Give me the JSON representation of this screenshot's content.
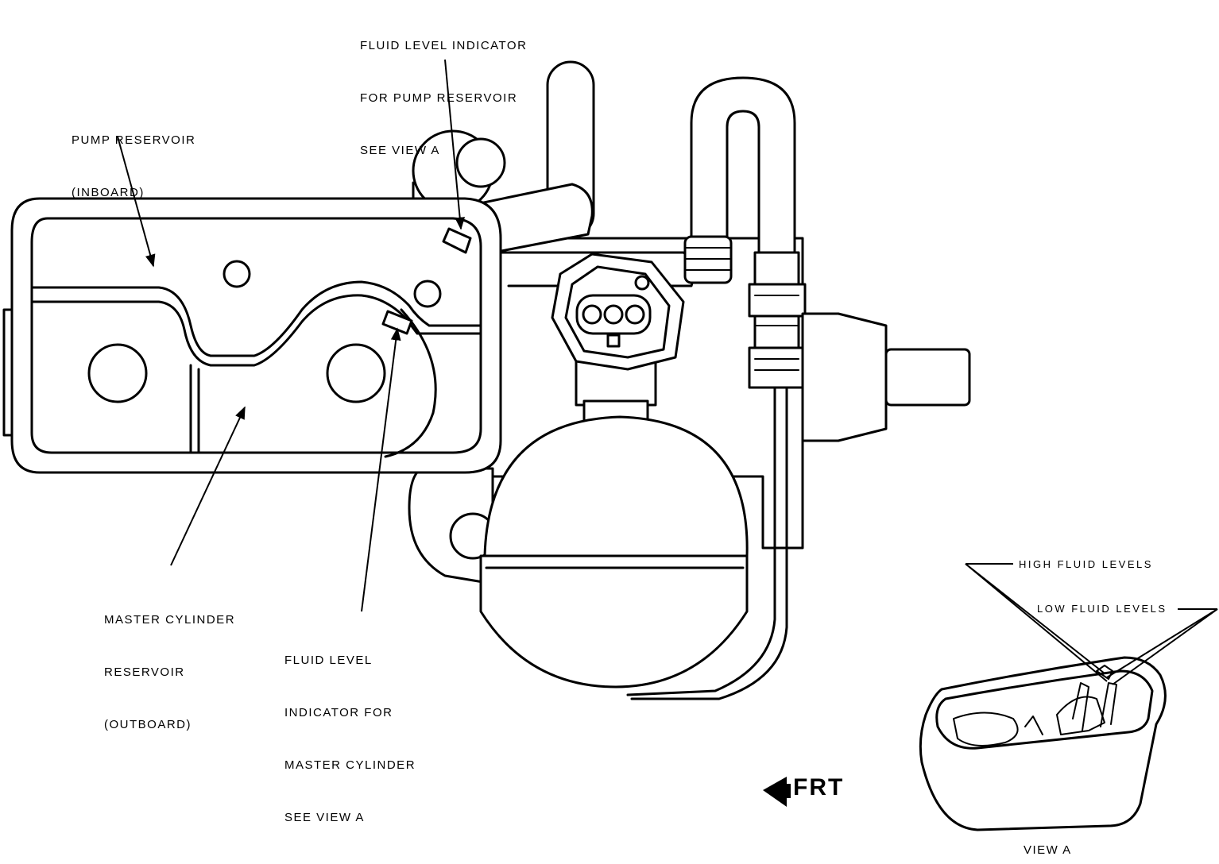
{
  "labels": {
    "fluid_indicator_pump": [
      "FLUID LEVEL INDICATOR",
      "FOR PUMP RESERVOIR",
      "SEE VIEW A"
    ],
    "pump_reservoir": [
      "PUMP RESERVOIR",
      "(INBOARD)"
    ],
    "master_cylinder_reservoir": [
      "MASTER CYLINDER",
      "RESERVOIR",
      "(OUTBOARD)"
    ],
    "fluid_indicator_master": [
      "FLUID LEVEL",
      "INDICATOR FOR",
      "MASTER CYLINDER",
      "SEE VIEW A"
    ],
    "high_fluid_levels": "HIGH FLUID LEVELS",
    "low_fluid_levels": "LOW FLUID LEVELS",
    "frt": "FRT",
    "view_a": "VIEW A"
  }
}
